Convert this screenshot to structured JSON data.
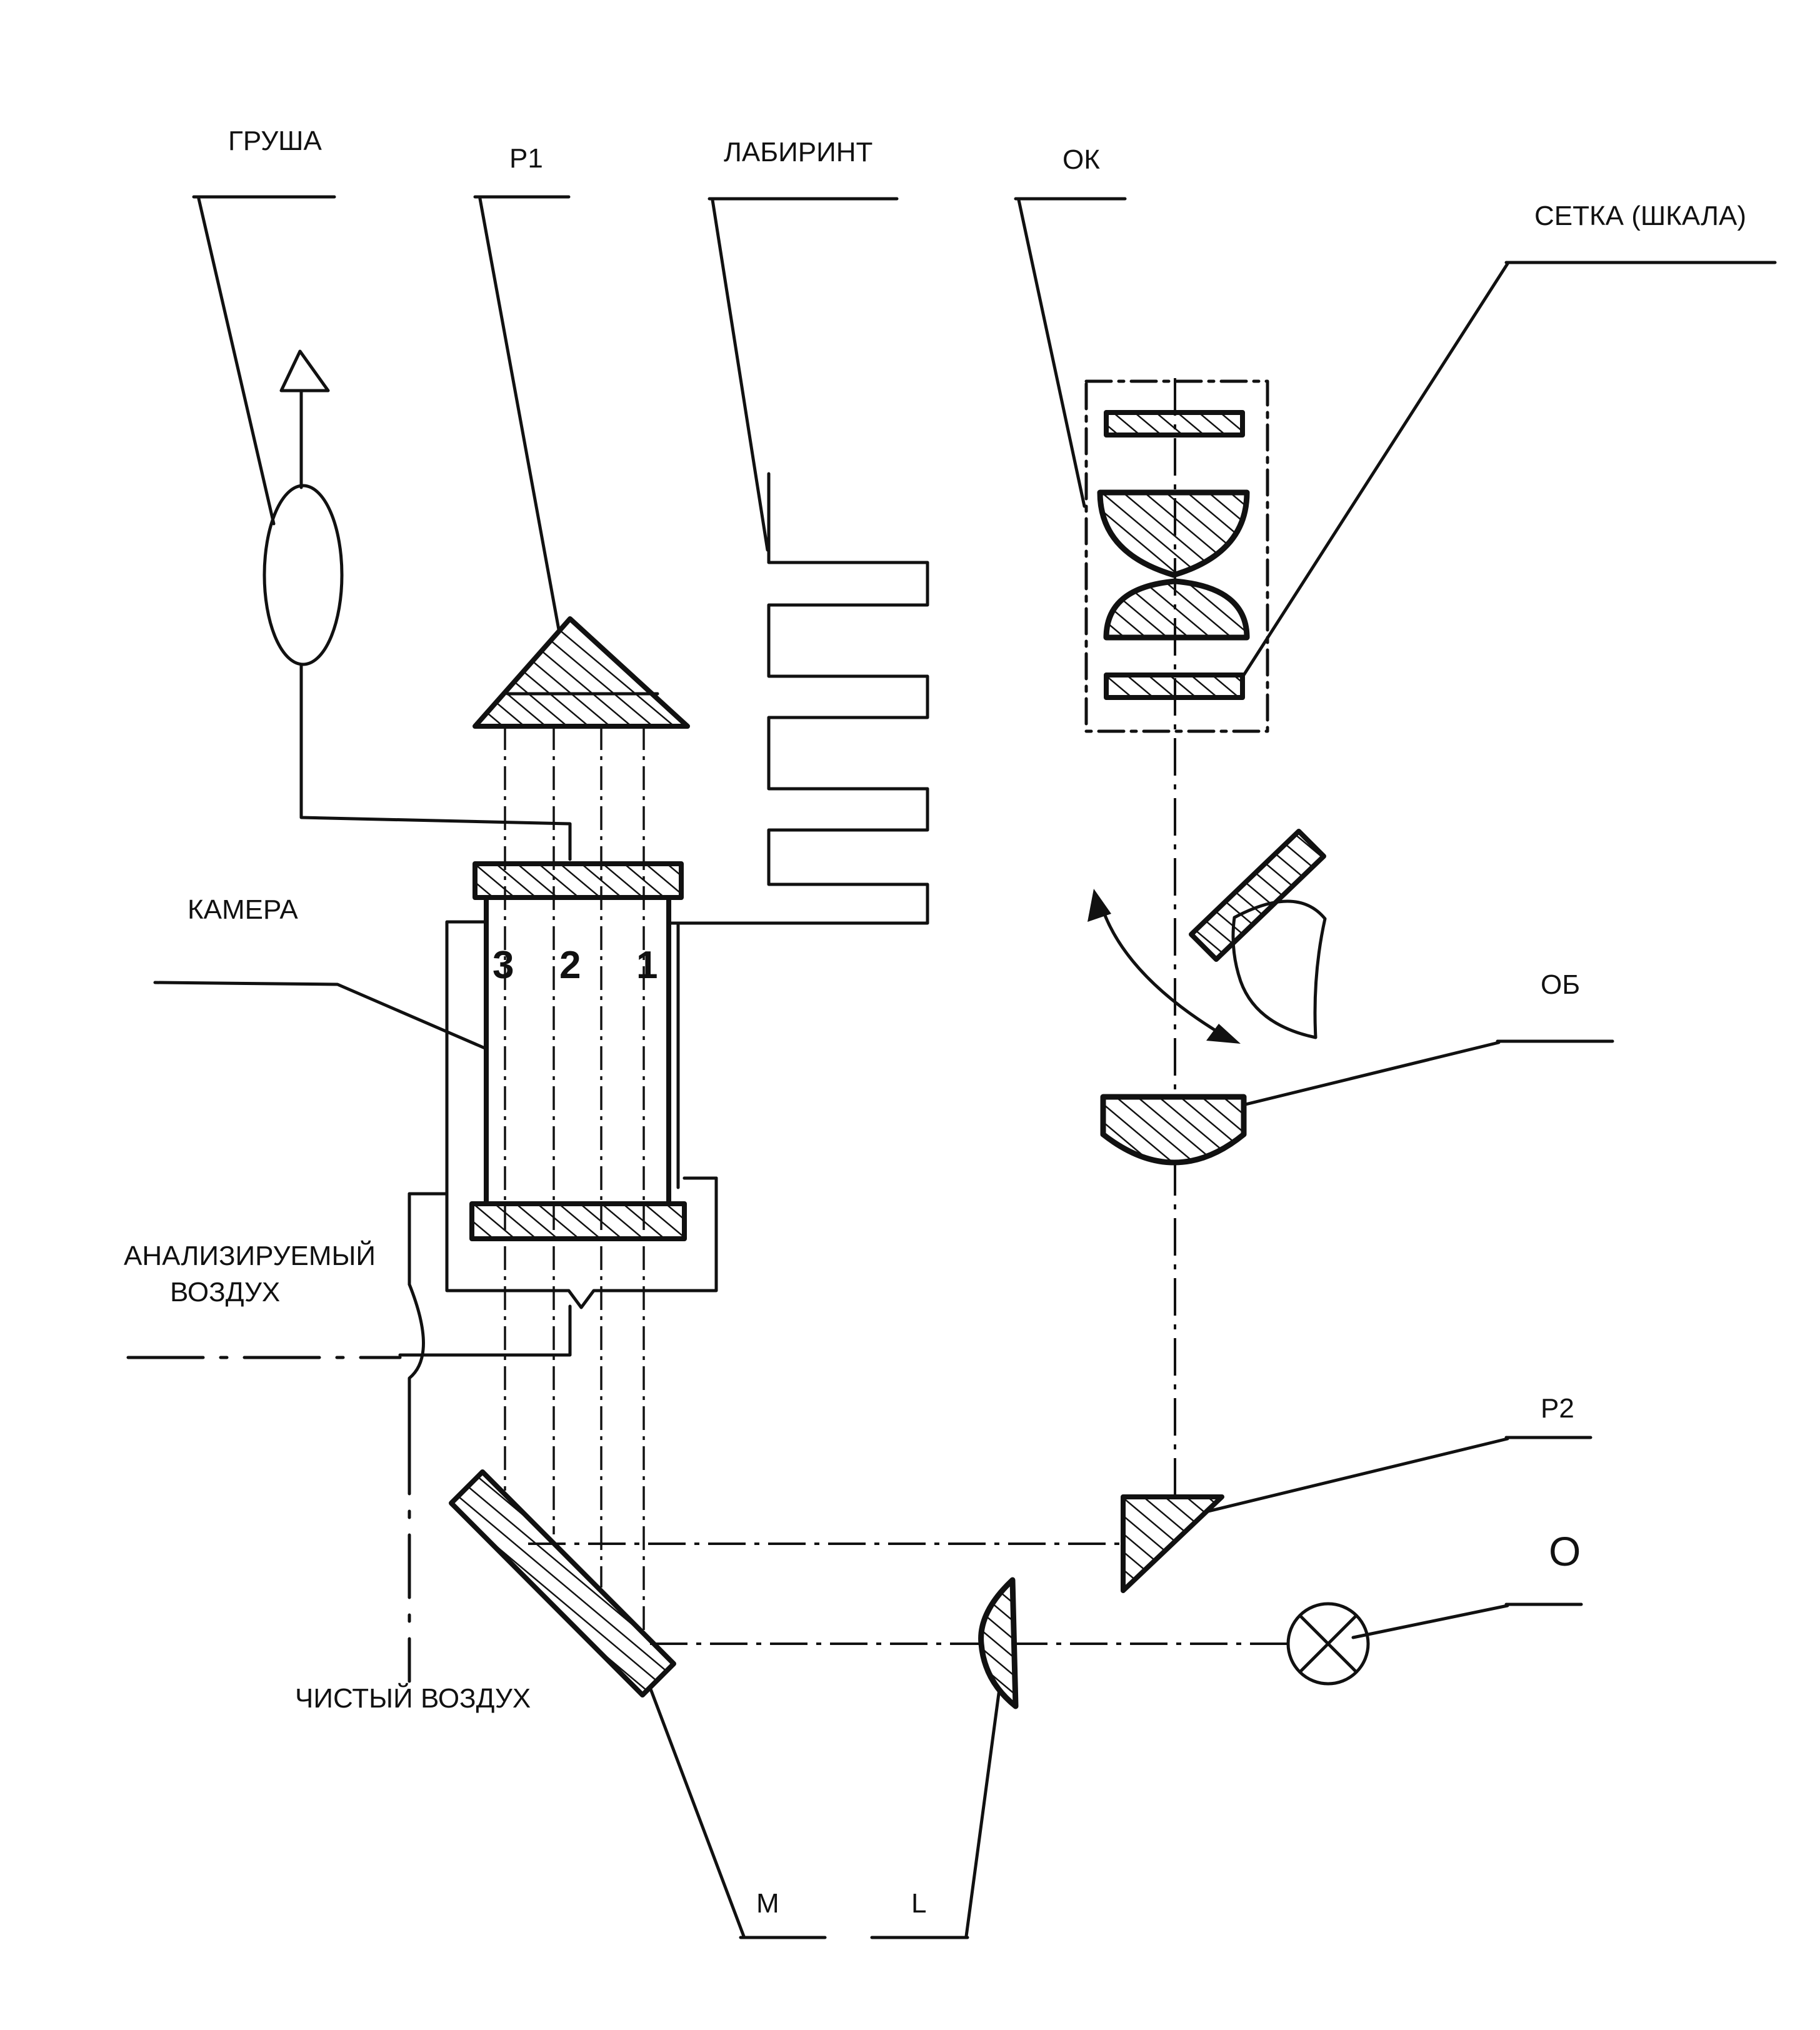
{
  "labels": {
    "grusha": "ГРУША",
    "p1": "Р1",
    "labirint": "ЛАБИРИНТ",
    "ok": "ОК",
    "setka": "СЕТКА (ШКАЛА)",
    "kamera": "КАМЕРА",
    "ob": "ОБ",
    "analiz_line1": "АНАЛИЗИРУЕМЫЙ",
    "analiz_line2": "ВОЗДУХ",
    "p2": "Р2",
    "o": "О",
    "chisty": "ЧИСТЫЙ ВОЗДУХ",
    "m": "М",
    "l": "L"
  },
  "chamber_numbers": [
    "3",
    "2",
    "1"
  ]
}
